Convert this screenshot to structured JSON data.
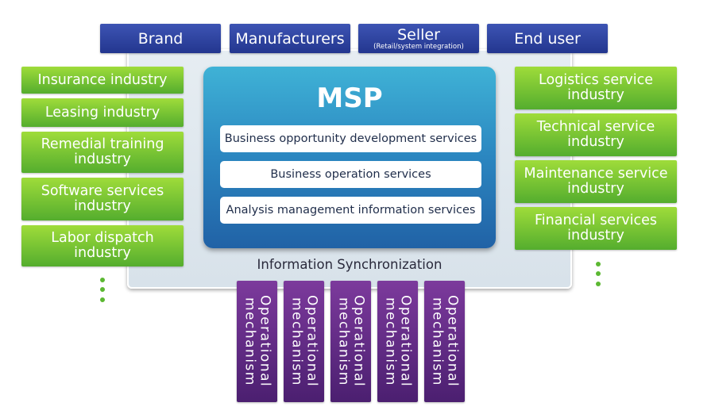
{
  "top_boxes": [
    {
      "label": "Brand",
      "sub": ""
    },
    {
      "label": "Manufacturers",
      "sub": ""
    },
    {
      "label": "Seller",
      "sub": "(Retail/system integration)"
    },
    {
      "label": "End user",
      "sub": ""
    }
  ],
  "left_industries": [
    "Insurance industry",
    "Leasing industry",
    "Remedial training industry",
    "Software services industry",
    "Labor dispatch industry"
  ],
  "right_industries": [
    "Logistics service industry",
    "Technical service industry",
    "Maintenance service industry",
    "Financial services industry"
  ],
  "msp": {
    "title": "MSP",
    "services": [
      "Business opportunity development services",
      "Business operation services",
      "Analysis management information services"
    ]
  },
  "sync_label": "Information Synchronization",
  "mechanisms": [
    "Operational mechanism",
    "Operational mechanism",
    "Operational mechanism",
    "Operational mechanism",
    "Operational mechanism"
  ],
  "colors": {
    "top_box_blue": "#2f45a3",
    "industry_green": "#7cc834",
    "msp_blue": "#2b86c0",
    "mechanism_purple": "#5e2a85"
  }
}
